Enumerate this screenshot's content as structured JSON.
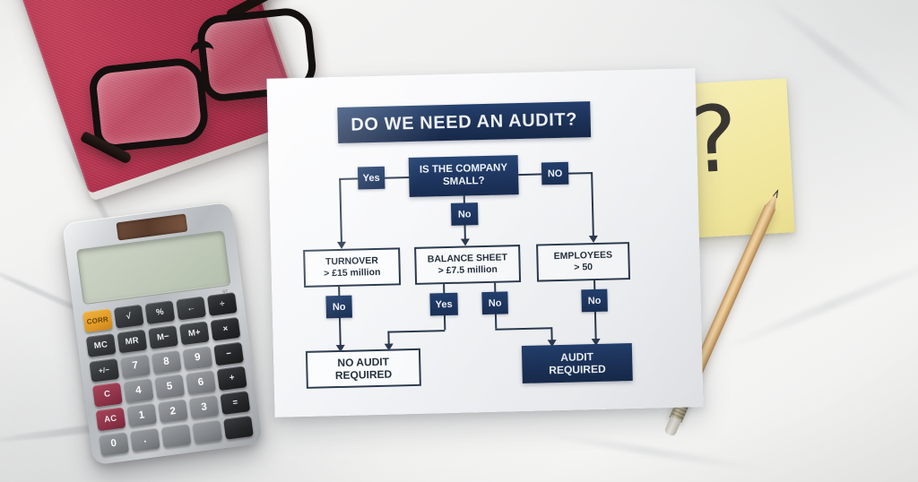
{
  "scene": {
    "surface": "white-marble-desk",
    "colors": {
      "navy": "#1d3359",
      "navy_dark": "#172a4b",
      "outline": "#2b3a4f",
      "paper": "#fbfcfd",
      "sticky_yellow": "#f3eaa8",
      "notebook_red": "#b93651",
      "pencil_wood": "#e3c08c"
    }
  },
  "flowchart": {
    "title": "DO WE NEED AN AUDIT?",
    "decision": {
      "label_line1": "IS THE COMPANY",
      "label_line2": "SMALL?",
      "branch_left": "Yes",
      "branch_right": "NO",
      "branch_down": "No"
    },
    "criteria": [
      {
        "name": "TURNOVER",
        "threshold": "> £15 million",
        "answer": "No"
      },
      {
        "name": "BALANCE SHEET",
        "threshold": "> £7.5 million",
        "answer_left": "Yes",
        "answer_right": "No"
      },
      {
        "name": "EMPLOYEES",
        "threshold": "> 50",
        "answer": "No"
      }
    ],
    "outcomes": [
      {
        "line1": "NO AUDIT",
        "line2": "REQUIRED",
        "style": "light"
      },
      {
        "line1": "AUDIT",
        "line2": "REQUIRED",
        "style": "dark"
      }
    ]
  },
  "sticky_note": {
    "mark": "?"
  },
  "calculator": {
    "brand_marking": "GT",
    "keys": [
      "GT",
      "÷",
      "×",
      "−",
      "+",
      "=",
      ".",
      "0",
      "1",
      "2",
      "3",
      "4",
      "5",
      "6",
      "7",
      "8",
      "9",
      "MC",
      "MR",
      "M−",
      "M+",
      "C",
      "AC",
      "%",
      "√",
      "←",
      "+/−",
      "CORR"
    ],
    "rows": [
      [
        {
          "t": "CORR",
          "c": "orange"
        },
        {
          "t": "√",
          "c": ""
        },
        {
          "t": "%",
          "c": ""
        },
        {
          "t": "←",
          "c": ""
        },
        {
          "t": "÷",
          "c": "dark"
        }
      ],
      [
        {
          "t": "MC",
          "c": ""
        },
        {
          "t": "MR",
          "c": ""
        },
        {
          "t": "M−",
          "c": ""
        },
        {
          "t": "M+",
          "c": ""
        },
        {
          "t": "×",
          "c": "dark"
        }
      ],
      [
        {
          "t": "+/−",
          "c": ""
        },
        {
          "t": "7",
          "c": "light"
        },
        {
          "t": "8",
          "c": "light"
        },
        {
          "t": "9",
          "c": "light"
        },
        {
          "t": "−",
          "c": "dark"
        }
      ],
      [
        {
          "t": "C",
          "c": "red"
        },
        {
          "t": "4",
          "c": "light"
        },
        {
          "t": "5",
          "c": "light"
        },
        {
          "t": "6",
          "c": "light"
        },
        {
          "t": "+",
          "c": "dark"
        }
      ],
      [
        {
          "t": "AC",
          "c": "red"
        },
        {
          "t": "1",
          "c": "light"
        },
        {
          "t": "2",
          "c": "light"
        },
        {
          "t": "3",
          "c": "light"
        },
        {
          "t": "=",
          "c": "dark"
        }
      ],
      [
        {
          "t": "0",
          "c": "light"
        },
        {
          "t": ".",
          "c": "light"
        },
        {
          "t": "",
          "c": "light"
        },
        {
          "t": "",
          "c": "light"
        },
        {
          "t": "",
          "c": "dark"
        }
      ]
    ]
  },
  "chart_data": {
    "type": "diagram",
    "title": "DO WE NEED AN AUDIT?",
    "nodes": [
      {
        "id": "title",
        "label": "DO WE NEED AN AUDIT?",
        "kind": "banner"
      },
      {
        "id": "q1",
        "label": "IS THE COMPANY SMALL?",
        "kind": "decision"
      },
      {
        "id": "c1",
        "label": "TURNOVER > £15 million",
        "kind": "criterion"
      },
      {
        "id": "c2",
        "label": "BALANCE SHEET > £7.5 million",
        "kind": "criterion"
      },
      {
        "id": "c3",
        "label": "EMPLOYEES > 50",
        "kind": "criterion"
      },
      {
        "id": "o1",
        "label": "NO AUDIT REQUIRED",
        "kind": "outcome"
      },
      {
        "id": "o2",
        "label": "AUDIT REQUIRED",
        "kind": "outcome"
      }
    ],
    "edges": [
      {
        "from": "q1",
        "to": "c1",
        "label": "Yes"
      },
      {
        "from": "q1",
        "to": "c2",
        "label": "No"
      },
      {
        "from": "q1",
        "to": "c3",
        "label": "NO"
      },
      {
        "from": "c1",
        "to": "o1",
        "label": "No"
      },
      {
        "from": "c2",
        "to": "o1",
        "label": "Yes"
      },
      {
        "from": "c2",
        "to": "o2",
        "label": "No"
      },
      {
        "from": "c3",
        "to": "o2",
        "label": "No"
      }
    ]
  }
}
